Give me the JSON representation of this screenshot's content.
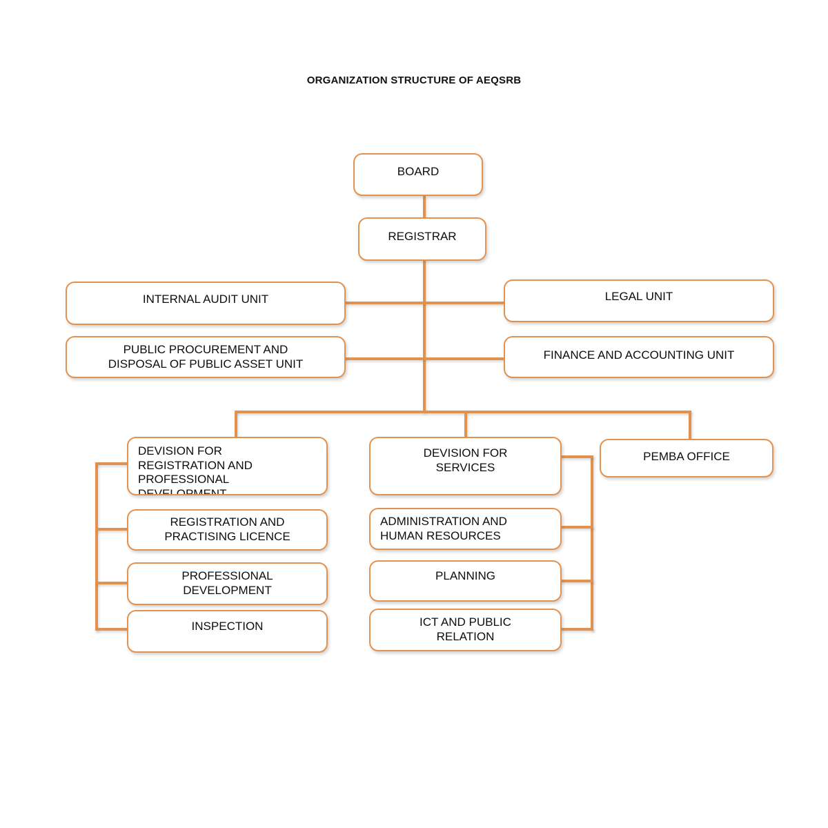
{
  "title": "ORGANIZATION STRUCTURE OF AEQSRB",
  "colors": {
    "box_border": "#E2924E",
    "connector": "#E2924E",
    "text": "#0d0d0d",
    "background": "#ffffff"
  },
  "chart_data": {
    "type": "diagram",
    "diagram_type": "organization-chart",
    "title": "ORGANIZATION STRUCTURE OF AEQSRB",
    "nodes": [
      {
        "id": "board",
        "label": "BOARD",
        "level": 0
      },
      {
        "id": "registrar",
        "label": "REGISTRAR",
        "level": 1
      },
      {
        "id": "internal_audit",
        "label": "INTERNAL AUDIT UNIT",
        "level": 2,
        "side": "left"
      },
      {
        "id": "legal",
        "label": "LEGAL UNIT",
        "level": 2,
        "side": "right"
      },
      {
        "id": "ppdpa",
        "label": "PUBLIC PROCUREMENT AND\nDISPOSAL OF PUBLIC ASSET UNIT",
        "level": 2,
        "side": "left"
      },
      {
        "id": "finance",
        "label": "FINANCE AND ACCOUNTING UNIT",
        "level": 2,
        "side": "right"
      },
      {
        "id": "div_reg",
        "label": "DEVISION FOR\nREGISTRATION AND\nPROFESSIONAL\nDEVELOPMENT",
        "level": 3
      },
      {
        "id": "div_serv",
        "label": "DEVISION FOR\nSERVICES",
        "level": 3
      },
      {
        "id": "pemba",
        "label": "PEMBA OFFICE",
        "level": 3
      },
      {
        "id": "reg_licence",
        "label": "REGISTRATION AND\nPRACTISING LICENCE",
        "level": 4,
        "parent": "div_reg"
      },
      {
        "id": "prof_dev",
        "label": "PROFESSIONAL\nDEVELOPMENT",
        "level": 4,
        "parent": "div_reg"
      },
      {
        "id": "inspection",
        "label": "INSPECTION",
        "level": 4,
        "parent": "div_reg"
      },
      {
        "id": "admin_hr",
        "label": "ADMINISTRATION AND\nHUMAN RESOURCES",
        "level": 4,
        "parent": "div_serv"
      },
      {
        "id": "planning",
        "label": "PLANNING",
        "level": 4,
        "parent": "div_serv"
      },
      {
        "id": "ict_pr",
        "label": "ICT AND PUBLIC\nRELATION",
        "level": 4,
        "parent": "div_serv"
      }
    ],
    "edges": [
      {
        "from": "board",
        "to": "registrar"
      },
      {
        "from": "registrar",
        "to": "internal_audit"
      },
      {
        "from": "registrar",
        "to": "legal"
      },
      {
        "from": "registrar",
        "to": "ppdpa"
      },
      {
        "from": "registrar",
        "to": "finance"
      },
      {
        "from": "registrar",
        "to": "div_reg"
      },
      {
        "from": "registrar",
        "to": "div_serv"
      },
      {
        "from": "registrar",
        "to": "pemba"
      },
      {
        "from": "div_reg",
        "to": "reg_licence"
      },
      {
        "from": "div_reg",
        "to": "prof_dev"
      },
      {
        "from": "div_reg",
        "to": "inspection"
      },
      {
        "from": "div_serv",
        "to": "admin_hr"
      },
      {
        "from": "div_serv",
        "to": "planning"
      },
      {
        "from": "div_serv",
        "to": "ict_pr"
      }
    ]
  },
  "nodes": {
    "board": "BOARD",
    "registrar": "REGISTRAR",
    "internal_audit": "INTERNAL AUDIT UNIT",
    "legal": "LEGAL UNIT",
    "ppdpa": "PUBLIC PROCUREMENT AND\nDISPOSAL OF PUBLIC ASSET UNIT",
    "finance": "FINANCE AND ACCOUNTING UNIT",
    "div_reg": "DEVISION FOR\nREGISTRATION AND\nPROFESSIONAL\nDEVELOPMENT",
    "div_serv": "DEVISION FOR\nSERVICES",
    "pemba": "PEMBA OFFICE",
    "reg_licence": "REGISTRATION AND\nPRACTISING LICENCE",
    "prof_dev": "PROFESSIONAL\nDEVELOPMENT",
    "inspection": "INSPECTION",
    "admin_hr": "ADMINISTRATION AND\nHUMAN RESOURCES",
    "planning": "PLANNING",
    "ict_pr": "ICT AND PUBLIC\nRELATION"
  }
}
